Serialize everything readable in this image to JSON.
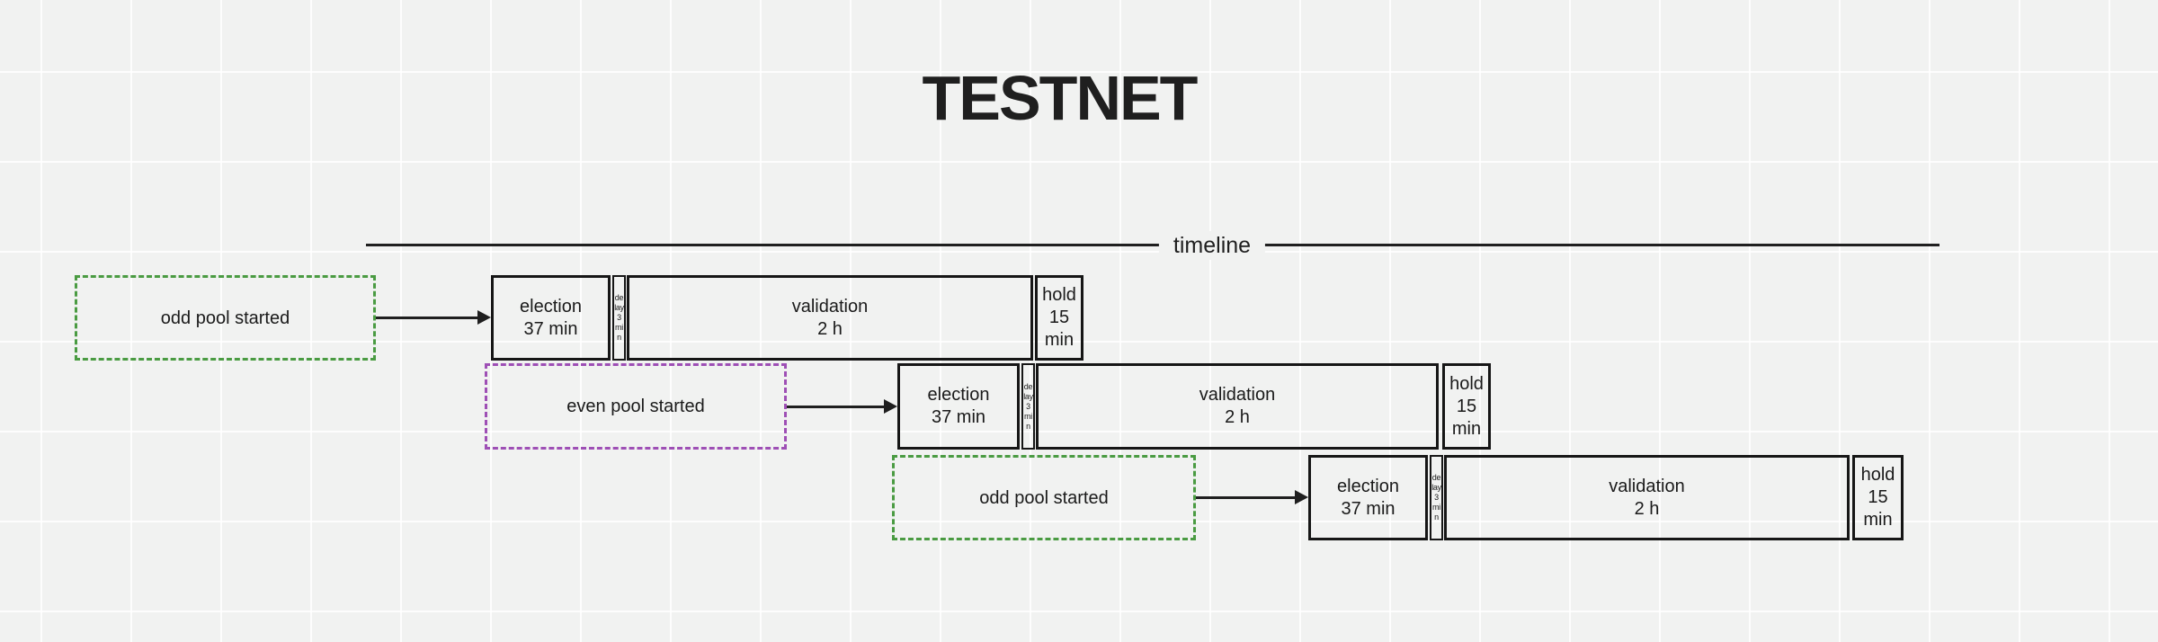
{
  "title": "TESTNET",
  "timeline": {
    "label": "timeline"
  },
  "colors": {
    "green_dash": "#4a9b42",
    "purple_dash": "#9e4fb5",
    "shape_stroke": "#161616",
    "text": "#1a1a1a",
    "canvas_background": "#f1f2f1"
  },
  "rows": [
    {
      "trigger": {
        "label": "odd pool started",
        "color": "green"
      },
      "phases": [
        {
          "title": "election",
          "duration": "37 min"
        },
        {
          "title": "delay 3 min"
        },
        {
          "title": "validation",
          "duration": "2 h"
        },
        {
          "title": "hold",
          "duration": "15 min"
        }
      ]
    },
    {
      "trigger": {
        "label": "even pool started",
        "color": "purple"
      },
      "phases": [
        {
          "title": "election",
          "duration": "37 min"
        },
        {
          "title": "delay 3 min"
        },
        {
          "title": "validation",
          "duration": "2 h"
        },
        {
          "title": "hold",
          "duration": "15 min"
        }
      ]
    },
    {
      "trigger": {
        "label": "odd pool started",
        "color": "green"
      },
      "phases": [
        {
          "title": "election",
          "duration": "37 min"
        },
        {
          "title": "delay 3 min"
        },
        {
          "title": "validation",
          "duration": "2 h"
        },
        {
          "title": "hold",
          "duration": "15 min"
        }
      ]
    }
  ]
}
